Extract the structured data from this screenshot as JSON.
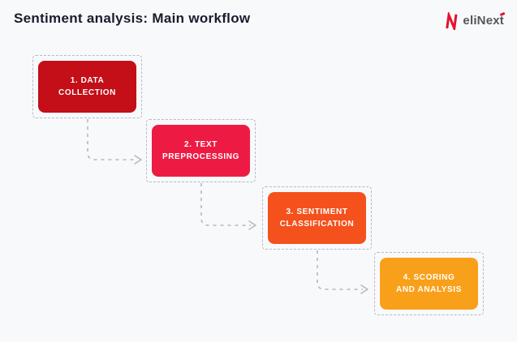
{
  "background": "#f8f9fb",
  "title": "Sentiment analysis: Main workflow",
  "logo": {
    "text": "eliNext",
    "accent_color": "#e4122e",
    "text_color": "#55575c"
  },
  "workflow": {
    "connector_color": "#b4b8c1",
    "steps": [
      {
        "id": "data-collection",
        "label": "1. DATA\nCOLLECTION",
        "color": "#c40e18"
      },
      {
        "id": "text-preprocessing",
        "label": "2. TEXT\nPREPROCESSING",
        "color": "#ed1b43"
      },
      {
        "id": "sentiment-classification",
        "label": "3. SENTIMENT\nCLASSIFICATION",
        "color": "#f4511c"
      },
      {
        "id": "scoring-and-analysis",
        "label": "4. SCORING\nAND ANALYSIS",
        "color": "#f9a01b"
      }
    ]
  }
}
